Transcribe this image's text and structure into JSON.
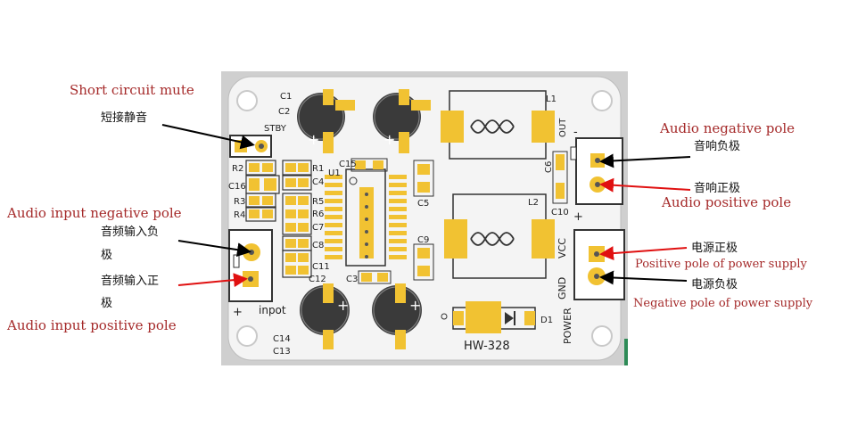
{
  "board": {
    "silk": {
      "c1": "C1",
      "c2": "C2",
      "stby": "STBY",
      "r2": "R2",
      "c16": "C16",
      "r3": "R3",
      "r4": "R4",
      "r1": "R1",
      "c4": "C4",
      "r5": "R5",
      "r6": "R6",
      "c7": "C7",
      "c8": "C8",
      "c11": "C11",
      "c12": "C12",
      "u1": "U1",
      "c15": "C15",
      "c5": "C5",
      "c9": "C9",
      "c3": "C3",
      "c14": "C14",
      "c13": "C13",
      "l1": "L1",
      "l2": "L2",
      "c6": "C6",
      "c10": "C10",
      "out": "OUT",
      "vcc": "VCC",
      "gnd": "GND",
      "power": "POWER",
      "d1": "D1",
      "model": "HW-328",
      "inpot": "inpot",
      "plus": "+",
      "minus": "-"
    }
  },
  "annotations": {
    "mute_en": "Short circuit mute",
    "mute_cn": "短接静音",
    "in_neg_en": "Audio input negative pole",
    "in_neg_cn_1": "音频输入负",
    "in_neg_cn_2": "极",
    "in_pos_cn_1": "音频输入正",
    "in_pos_cn_2": "极",
    "in_pos_en": "Audio input positive pole",
    "out_neg_en": "Audio negative pole",
    "out_neg_cn": "音响负极",
    "out_pos_cn": "音响正极",
    "out_pos_en": "Audio positive pole",
    "pwr_pos_cn": "电源正极",
    "pwr_pos_en": "Positive pole of power supply",
    "pwr_neg_cn": "电源负极",
    "pwr_neg_en": "Negative pole of power supply"
  },
  "colors": {
    "board": "#f3f3f3",
    "pad": "#f1c232",
    "text_red": "#a52a2a",
    "arrow_black": "#000000",
    "arrow_red": "#e01010"
  }
}
